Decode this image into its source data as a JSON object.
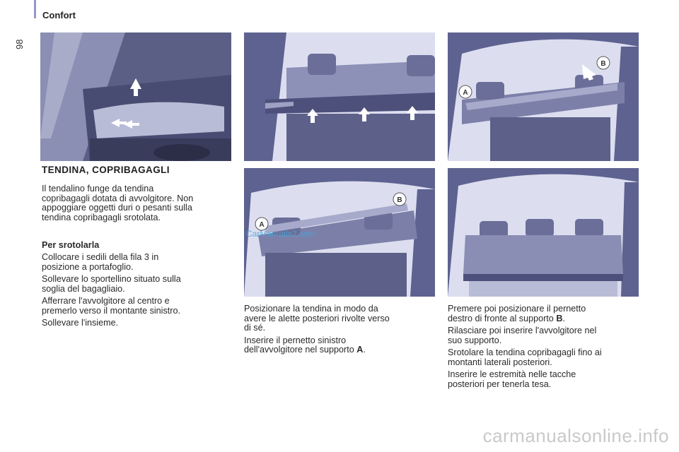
{
  "header": {
    "section_title": "Confort",
    "page_number": "98"
  },
  "heading": "TENDINA, COPRIBAGAGLI",
  "intro": [
    "Il tendalino funge da tendina",
    "copribagagli dotata di avvolgitore. Non",
    "appoggiare oggetti duri o pesanti sulla",
    "tendina copribagagli srotolata."
  ],
  "subheading": "Per srotolarla",
  "steps_left": [
    [
      "Collocare i sedili della fila 3 in",
      "posizione a portafoglio."
    ],
    [
      "Sollevare lo sportellino situato sulla",
      "soglia del bagagliaio."
    ],
    [
      "Afferrare l'avvolgitore al centro e",
      "premerlo verso il montante sinistro."
    ],
    [
      "Sollevare l'insieme."
    ]
  ],
  "steps_middle": {
    "p1": [
      "Posizionare la tendina in modo da",
      "avere le alette posteriori rivolte verso",
      "di sé."
    ],
    "p2_lines": [
      "Inserire il pernetto sinistro"
    ],
    "p2_last": "dell'avvolgitore nel supporto ",
    "p2_bold": "A",
    "p2_end": "."
  },
  "steps_right": {
    "p1_lines": [
      "Premere poi posizionare il pernetto"
    ],
    "p1_last": "destro di fronte al supporto ",
    "p1_bold": "B",
    "p1_end": ".",
    "p2": [
      "Rilasciare poi inserire l'avvolgitore nel",
      "suo supporto."
    ],
    "p3": [
      "Srotolare la tendina copribagagli fino ai",
      "montanti laterali posteriori."
    ],
    "p4": [
      "Inserire le estremità nelle tacche",
      "posteriori per tenerla tesa."
    ]
  },
  "illustration_labels": {
    "a": "A",
    "b": "B"
  },
  "watermark": "CarManuals2.com",
  "footer_watermark": "carmanualsonline.info",
  "colors": {
    "accent": "#8f9bc4",
    "illustration_bg": "#d9dcef",
    "arrow": "#ffffff",
    "watermark": "#46a6d8"
  }
}
